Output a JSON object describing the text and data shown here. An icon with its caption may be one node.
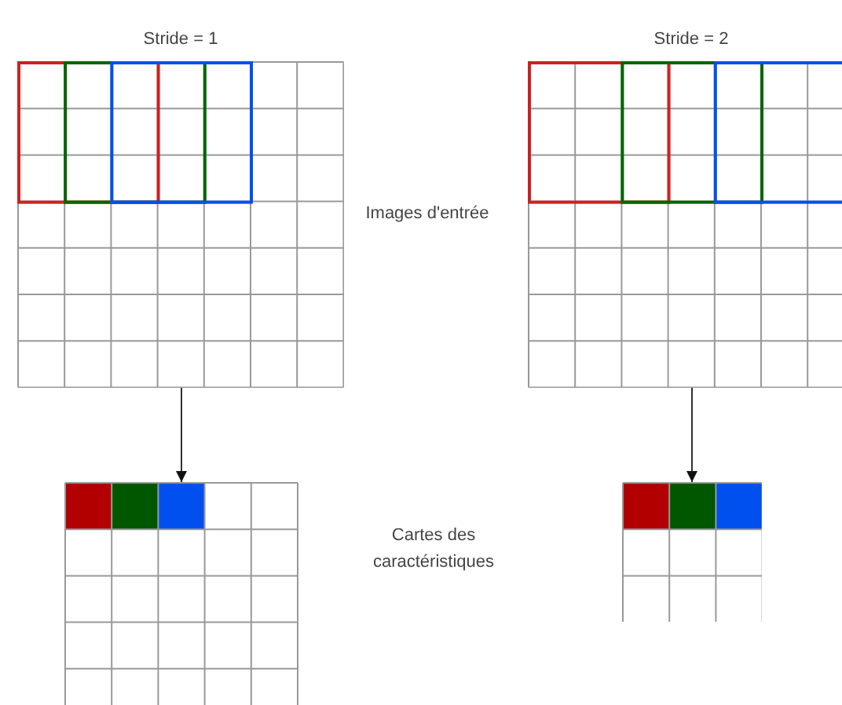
{
  "diagram": {
    "nodes": [
      {
        "text": [],
        "shape": "grid",
        "beside": [
          "Stride = 1"
        ]
      },
      {
        "text": [],
        "shape": "grid",
        "beside": [
          "Stride = 2"
        ]
      },
      {
        "text": [],
        "shape": "grid"
      },
      {
        "text": [],
        "shape": "grid"
      }
    ],
    "edges": [
      {
        "from": 0,
        "to": 2,
        "arrow": "to"
      },
      {
        "from": 1,
        "to": 3,
        "arrow": "to"
      }
    ],
    "labels": [
      "Images d'entrée",
      "Cartes des caractéristiques"
    ]
  }
}
